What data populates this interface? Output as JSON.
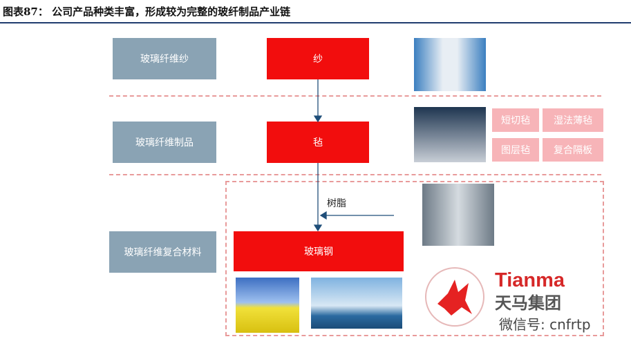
{
  "title": "图表87：  公司产品种类丰富，形成较为完整的玻纤制品产业链",
  "levels": [
    "玻璃纤维纱",
    "玻璃纤维制品",
    "玻璃纤维复合材料"
  ],
  "products": [
    "纱",
    "毡",
    "玻璃钢"
  ],
  "mat_types": [
    "短切毡",
    "湿法薄毡",
    "图层毡",
    "复合隔板"
  ],
  "resin_label": "树脂",
  "logo": {
    "en": "Tianma",
    "cn": "天马集团"
  },
  "watermark": "微信号: cnfrtp",
  "colors": {
    "red": "#f20d0d",
    "level": "#8aa3b4",
    "pink": "#f7b4b8",
    "rule": "#1f3b6e"
  }
}
